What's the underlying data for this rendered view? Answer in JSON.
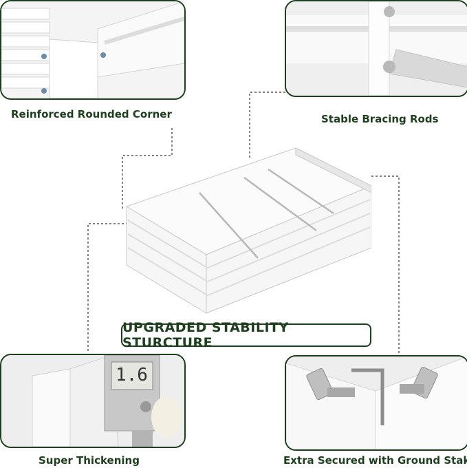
{
  "labels": {
    "corner": "Reinforced Rounded Corner",
    "bracing": "Stable Bracing Rods",
    "thickening": "Super Thickening",
    "stakes": "Extra Secured with Ground Stakes",
    "banner": "UPGRADED STABILITY STURCTURE"
  },
  "caliper_reading": "1.6",
  "colors": {
    "accent": "#1f3d1f",
    "metal": "#e8e8e8"
  }
}
